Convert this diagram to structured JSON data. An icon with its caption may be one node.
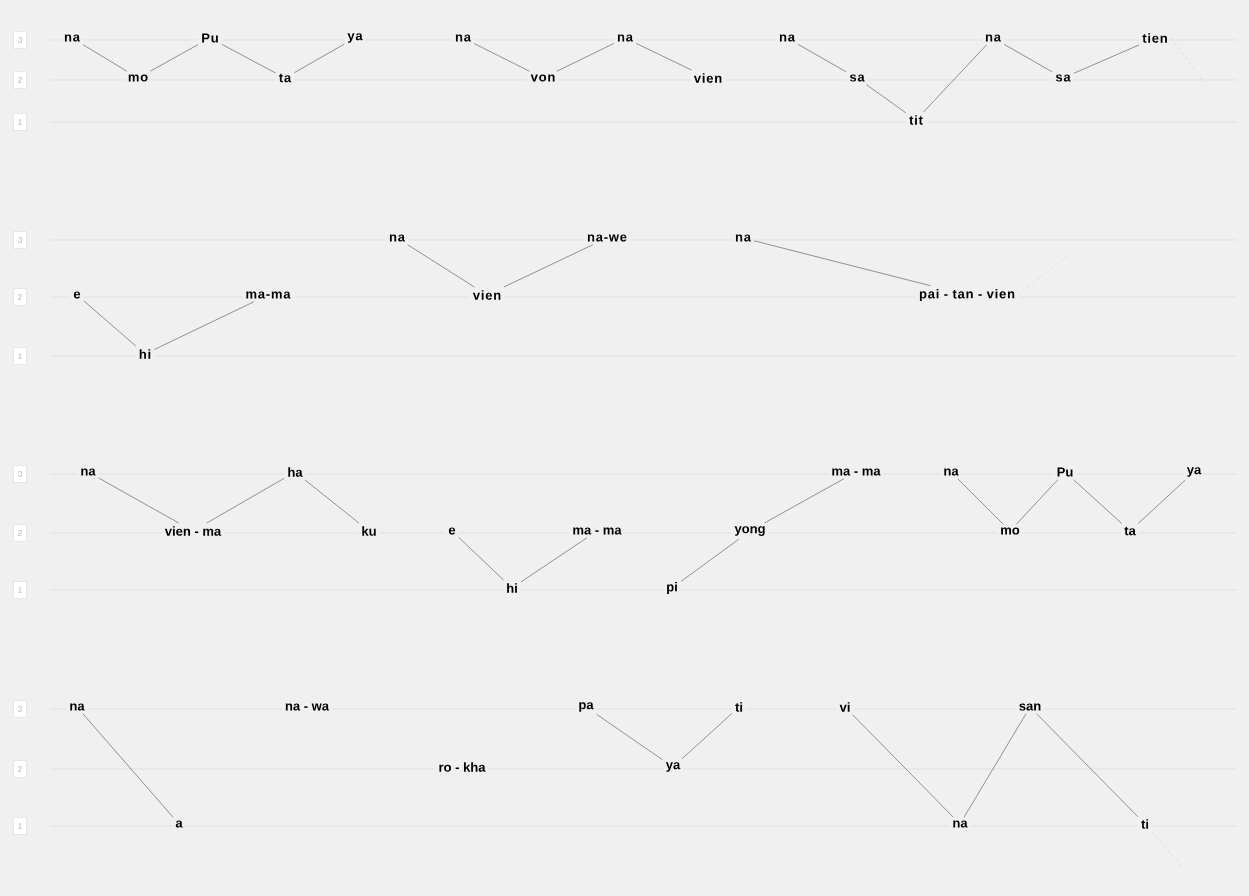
{
  "diagram": {
    "nodes": [
      {
        "text": [
          "na"
        ]
      },
      {
        "text": [
          "mo"
        ]
      },
      {
        "text": [
          "Pu"
        ]
      },
      {
        "text": [
          "ta"
        ]
      },
      {
        "text": [
          "ya"
        ]
      },
      {
        "text": [
          "na"
        ]
      },
      {
        "text": [
          "von"
        ]
      },
      {
        "text": [
          "na"
        ]
      },
      {
        "text": [
          "vien"
        ]
      },
      {
        "text": [
          "na"
        ]
      },
      {
        "text": [
          "sa"
        ]
      },
      {
        "text": [
          "tit"
        ]
      },
      {
        "text": [
          "na"
        ]
      },
      {
        "text": [
          "sa"
        ]
      },
      {
        "text": [
          "tien"
        ]
      },
      {
        "text": [
          "e"
        ]
      },
      {
        "text": [
          "hi"
        ]
      },
      {
        "text": [
          "ma-ma"
        ]
      },
      {
        "text": [
          "na"
        ]
      },
      {
        "text": [
          "vien"
        ]
      },
      {
        "text": [
          "na-we"
        ]
      },
      {
        "text": [
          "na"
        ]
      },
      {
        "text": [
          "pai - tan - vien"
        ]
      },
      {
        "text": [
          "na"
        ]
      },
      {
        "text": [
          "vien - ma"
        ]
      },
      {
        "text": [
          "ha"
        ]
      },
      {
        "text": [
          "ku"
        ]
      },
      {
        "text": [
          "e"
        ]
      },
      {
        "text": [
          "hi"
        ]
      },
      {
        "text": [
          "ma - ma"
        ]
      },
      {
        "text": [
          "pi"
        ]
      },
      {
        "text": [
          "yong"
        ]
      },
      {
        "text": [
          "ma - ma"
        ]
      },
      {
        "text": [
          "na"
        ]
      },
      {
        "text": [
          "mo"
        ]
      },
      {
        "text": [
          "Pu"
        ]
      },
      {
        "text": [
          "ta"
        ]
      },
      {
        "text": [
          "ya"
        ]
      },
      {
        "text": [
          "na"
        ]
      },
      {
        "text": [
          "a"
        ]
      },
      {
        "text": [
          "na - wa"
        ]
      },
      {
        "text": [
          "ro - kha"
        ]
      },
      {
        "text": [
          "pa"
        ]
      },
      {
        "text": [
          "ya"
        ]
      },
      {
        "text": [
          "ti"
        ]
      },
      {
        "text": [
          "vi"
        ]
      },
      {
        "text": [
          "na"
        ]
      },
      {
        "text": [
          "san"
        ]
      },
      {
        "text": [
          "ti"
        ]
      }
    ],
    "edges": [
      {
        "from": 0,
        "to": 1,
        "arrow": "none"
      },
      {
        "from": 1,
        "to": 2,
        "arrow": "none"
      },
      {
        "from": 2,
        "to": 3,
        "arrow": "none"
      },
      {
        "from": 3,
        "to": 4,
        "arrow": "none"
      },
      {
        "from": 5,
        "to": 6,
        "arrow": "none"
      },
      {
        "from": 6,
        "to": 7,
        "arrow": "none"
      },
      {
        "from": 7,
        "to": 8,
        "arrow": "none"
      },
      {
        "from": 9,
        "to": 10,
        "arrow": "none"
      },
      {
        "from": 10,
        "to": 11,
        "arrow": "none"
      },
      {
        "from": 11,
        "to": 12,
        "arrow": "none"
      },
      {
        "from": 12,
        "to": 13,
        "arrow": "none"
      },
      {
        "from": 13,
        "to": 14,
        "arrow": "none"
      },
      {
        "from": 14,
        "to": null,
        "arrow": "none",
        "style": "dashed",
        "color": "#c0c0c0"
      },
      {
        "from": 15,
        "to": 16,
        "arrow": "none"
      },
      {
        "from": 16,
        "to": 17,
        "arrow": "none"
      },
      {
        "from": 18,
        "to": 19,
        "arrow": "none"
      },
      {
        "from": 19,
        "to": 20,
        "arrow": "none"
      },
      {
        "from": 21,
        "to": 22,
        "arrow": "none"
      },
      {
        "from": 22,
        "to": null,
        "arrow": "none",
        "style": "dashed",
        "color": "#c0c0c0"
      },
      {
        "from": 23,
        "to": 24,
        "arrow": "none"
      },
      {
        "from": 24,
        "to": 25,
        "arrow": "none"
      },
      {
        "from": 25,
        "to": 26,
        "arrow": "none"
      },
      {
        "from": 27,
        "to": 28,
        "arrow": "none"
      },
      {
        "from": 28,
        "to": 29,
        "arrow": "none"
      },
      {
        "from": 30,
        "to": 31,
        "arrow": "none"
      },
      {
        "from": 31,
        "to": 32,
        "arrow": "none"
      },
      {
        "from": 33,
        "to": 34,
        "arrow": "none"
      },
      {
        "from": 34,
        "to": 35,
        "arrow": "none"
      },
      {
        "from": 35,
        "to": 36,
        "arrow": "none"
      },
      {
        "from": 36,
        "to": 37,
        "arrow": "none"
      },
      {
        "from": 38,
        "to": 39,
        "arrow": "none"
      },
      {
        "from": 42,
        "to": 43,
        "arrow": "none"
      },
      {
        "from": 43,
        "to": 44,
        "arrow": "none"
      },
      {
        "from": 45,
        "to": 46,
        "arrow": "none"
      },
      {
        "from": 46,
        "to": 47,
        "arrow": "none"
      },
      {
        "from": 47,
        "to": 48,
        "arrow": "none"
      },
      {
        "from": 48,
        "to": null,
        "arrow": "none",
        "style": "dashed",
        "color": "#c0c0c0"
      }
    ],
    "labels": [
      "3",
      "2",
      "1",
      "3",
      "2",
      "1",
      "3",
      "2",
      "1",
      "3",
      "2",
      "1"
    ]
  }
}
